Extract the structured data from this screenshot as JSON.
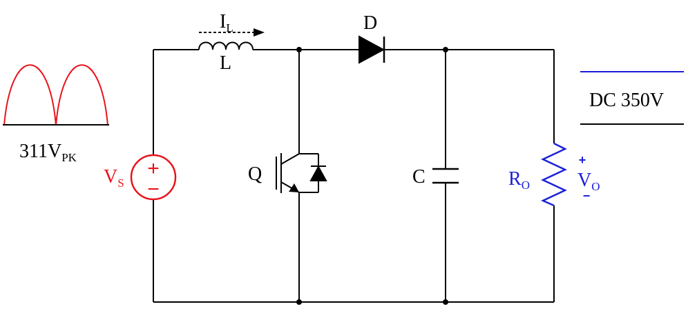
{
  "colors": {
    "wire": "#000000",
    "source": "#e8141b",
    "load": "#1b20d8",
    "dc_line": "#1c1cd8"
  },
  "components": {
    "inductor": {
      "current_main": "I",
      "current_sub": "L",
      "label": "L"
    },
    "diode": {
      "label": "D"
    },
    "switch": {
      "label": "Q"
    },
    "capacitor": {
      "label": "C"
    },
    "source": {
      "main": "V",
      "sub": "S",
      "plus": "+",
      "minus": "−"
    },
    "load_resistor": {
      "main": "R",
      "sub": "O"
    },
    "output_voltage": {
      "main": "V",
      "sub": "O",
      "plus": "+",
      "minus": "−"
    }
  },
  "input_waveform": {
    "main": "311V",
    "sub": "PK"
  },
  "output_waveform": {
    "label": "DC 350V"
  }
}
